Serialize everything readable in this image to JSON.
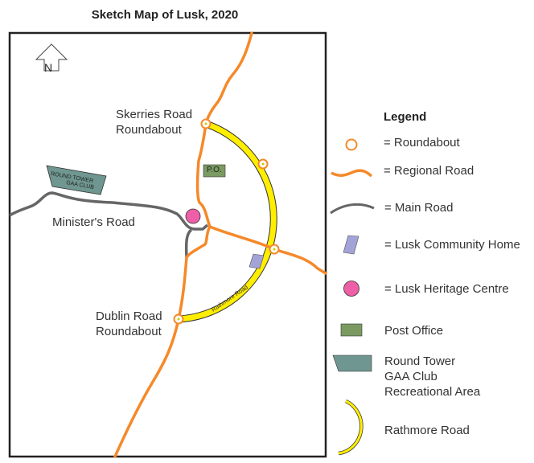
{
  "title": "Sketch Map of Lusk, 2020",
  "north_label": "N",
  "map_labels": {
    "skerries": [
      "Skerries Road",
      "Roundabout"
    ],
    "dublin": [
      "Dublin Road",
      "Roundabout"
    ],
    "ministers": "Minister's Road",
    "po": "P.O.",
    "gaa": [
      "ROUND TOWER",
      "GAA CLUB"
    ],
    "rathmore": "Rathmore Road"
  },
  "legend": {
    "title": "Legend",
    "items": [
      {
        "label": "= Roundabout",
        "icon": "roundabout-icon"
      },
      {
        "label": "= Regional Road",
        "icon": "regional-road-icon"
      },
      {
        "label": "= Main Road",
        "icon": "main-road-icon"
      },
      {
        "label": "= Lusk Community Home",
        "icon": "community-home-icon"
      },
      {
        "label": "= Lusk Heritage Centre",
        "icon": "heritage-centre-icon"
      },
      {
        "label": "Post Office",
        "icon": "post-office-icon"
      },
      {
        "label": "Round Tower",
        "label2": "GAA Club",
        "label3": "Recreational Area",
        "icon": "gaa-club-icon"
      },
      {
        "label": "Rathmore Road",
        "icon": "rathmore-road-icon"
      }
    ]
  },
  "colors": {
    "regional_road": "#f5892a",
    "main_road": "#666666",
    "rathmore": "#ffee00",
    "community_home": "#a3a3d8",
    "heritage": "#ee5fa7",
    "post_office": "#7a9a62",
    "gaa": "#6f9690"
  }
}
